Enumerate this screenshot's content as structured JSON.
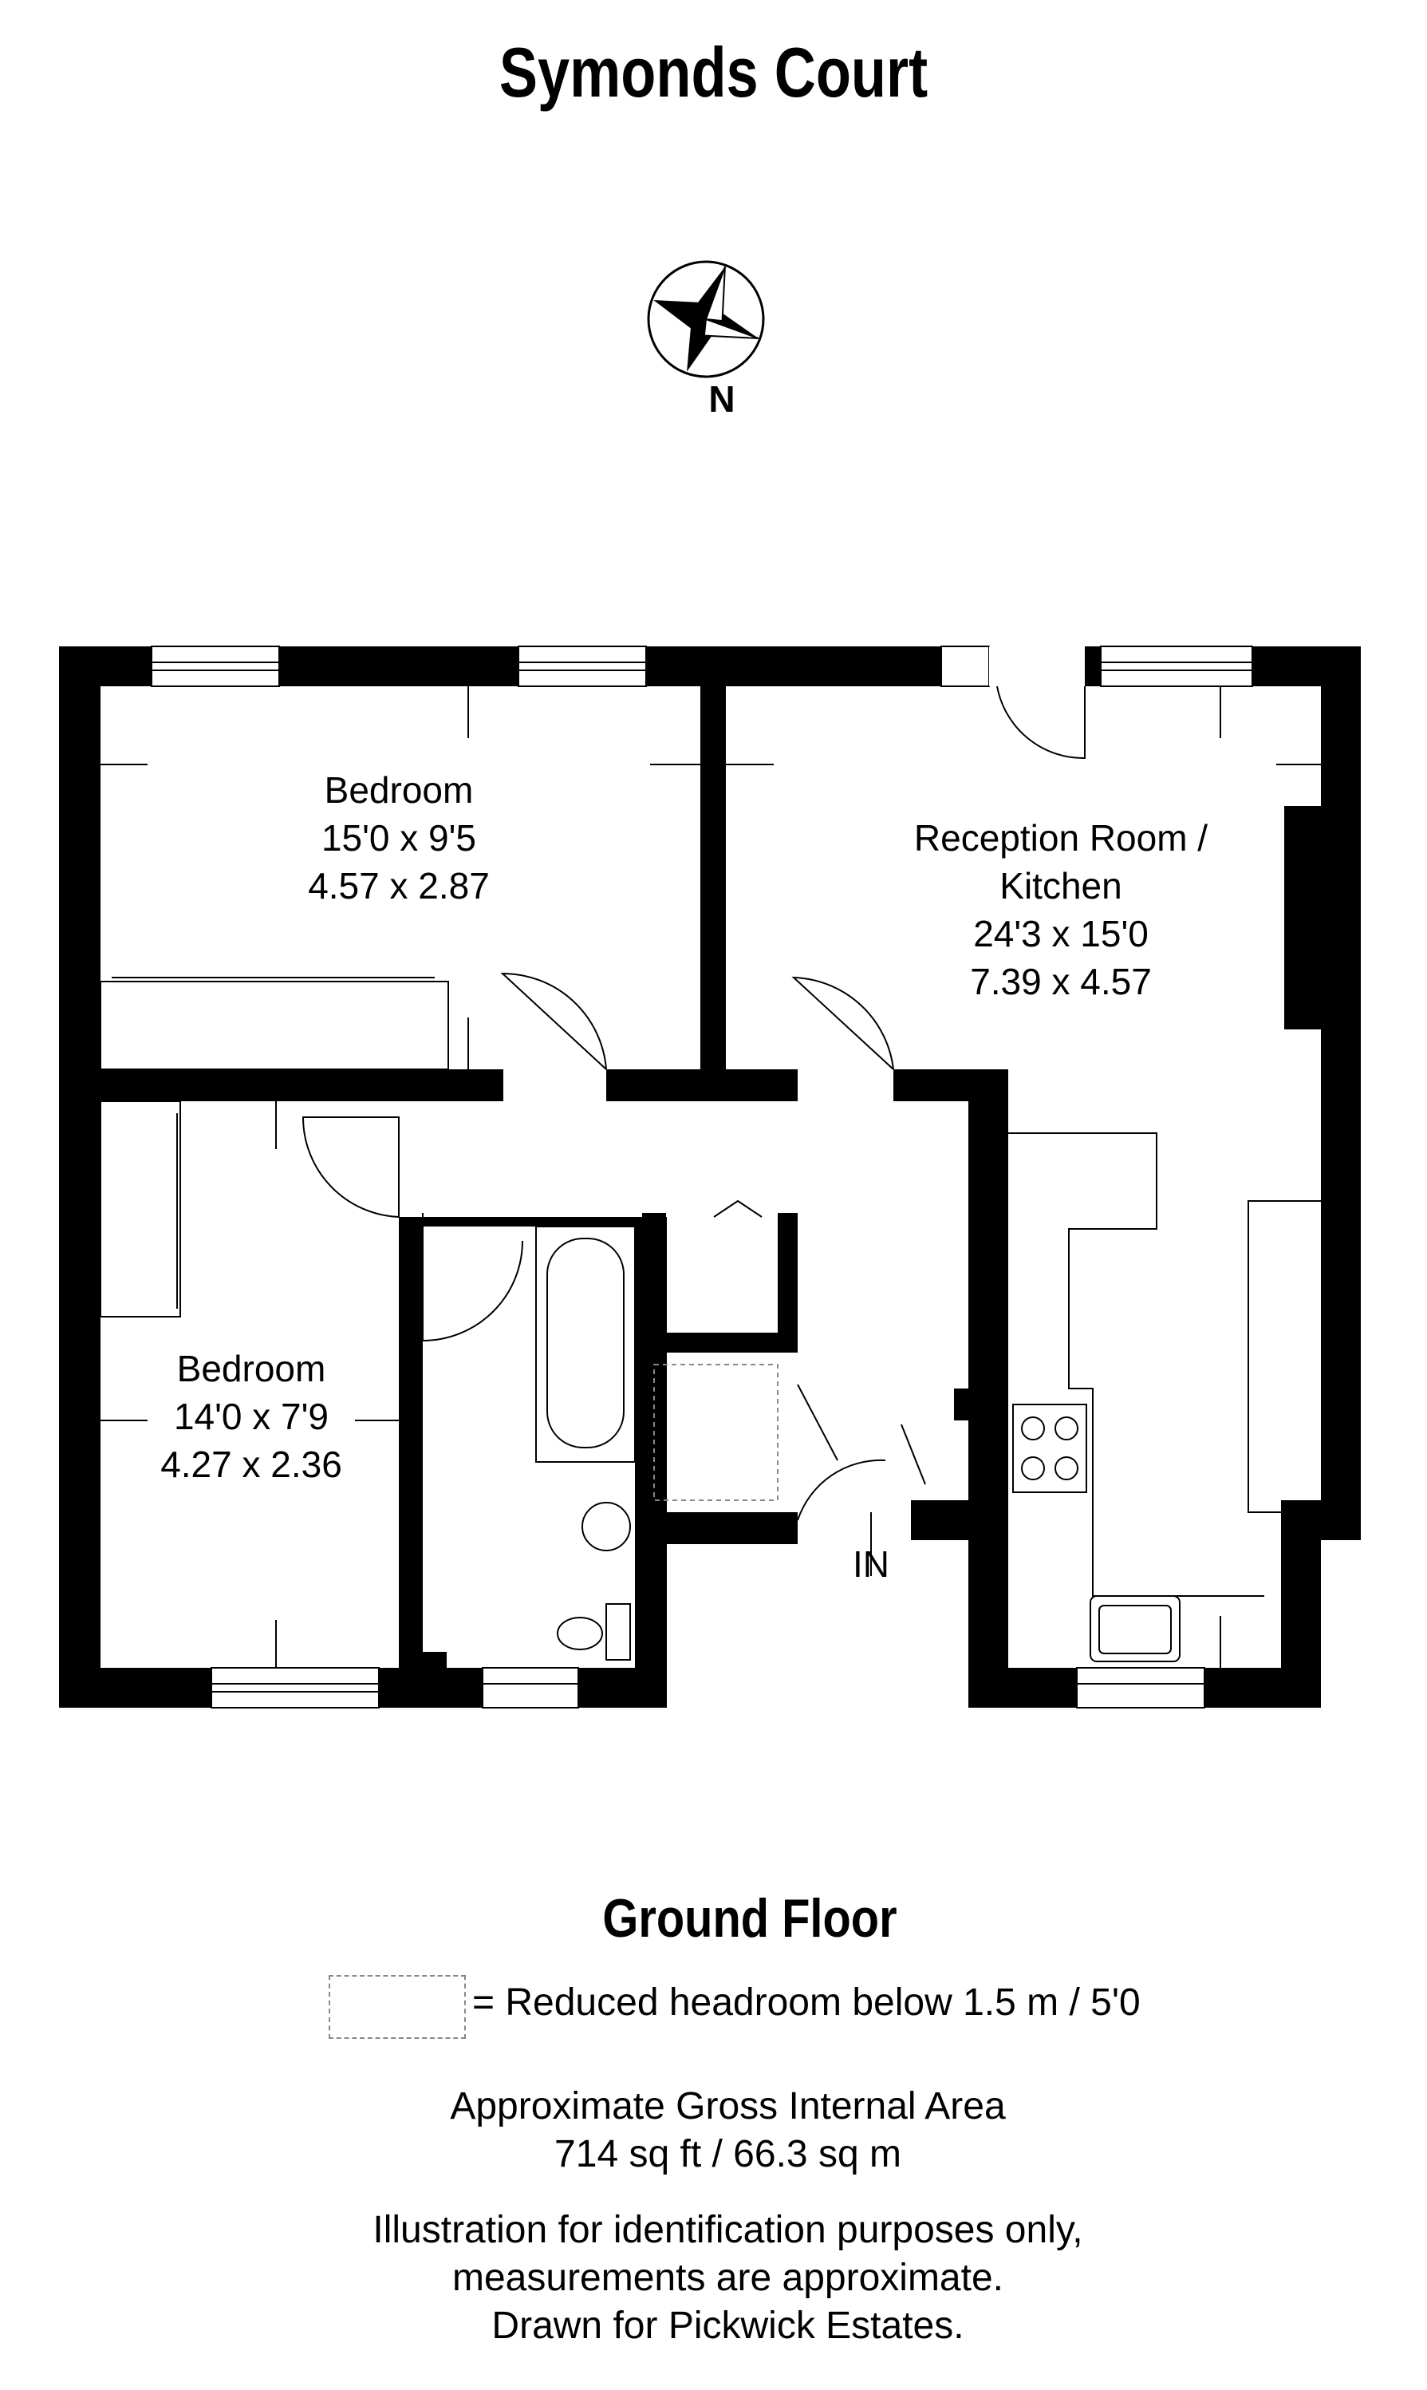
{
  "title": "Symonds Court",
  "compass_label": "N",
  "floor_name": "Ground Floor",
  "legend": {
    "symbol": "dashed-box",
    "text": "=  Reduced headroom below 1.5 m / 5'0"
  },
  "rooms": [
    {
      "name": "Bedroom",
      "imperial": "15'0 x 9'5",
      "metric": "4.57 x 2.87"
    },
    {
      "name_line1": "Reception Room /",
      "name_line2": "Kitchen",
      "imperial": "24'3 x 15'0",
      "metric": "7.39 x 4.57"
    },
    {
      "name": "Bedroom",
      "imperial": "14'0 x 7'9",
      "metric": "4.27 x 2.36"
    }
  ],
  "entrance_label": "IN",
  "area": {
    "line1": "Approximate Gross Internal Area",
    "line2": "714 sq ft / 66.3 sq m"
  },
  "disclaimer": {
    "line1": "Illustration for identification purposes only,",
    "line2": "measurements are approximate.",
    "line3": "Drawn for Pickwick Estates."
  }
}
